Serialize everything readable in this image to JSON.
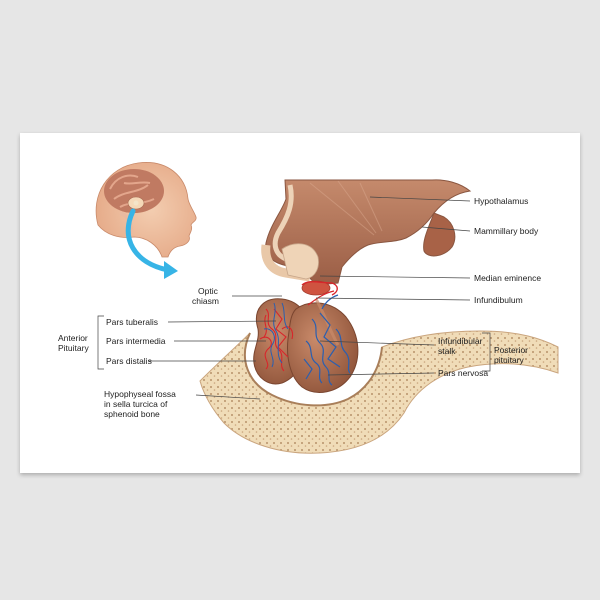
{
  "labels": {
    "hypothalamus": "Hypothalamus",
    "mammillary_body": "Mammillary body",
    "median_eminence": "Median eminence",
    "infundibulum": "Infundibulum",
    "optic_chiasm_1": "Optic",
    "optic_chiasm_2": "chiasm",
    "anterior_pituitary_1": "Anterior",
    "anterior_pituitary_2": "Pituitary",
    "pars_tuberalis": "Pars tuberalis",
    "pars_intermedia": "Pars intermedia",
    "pars_distalis": "Pars distalis",
    "infundibular_stalk_1": "Infundibular",
    "infundibular_stalk_2": "stalk",
    "posterior_pituitary_1": "Posterior",
    "posterior_pituitary_2": "pituitary",
    "pars_nervosa": "Pars nervosa",
    "fossa_1": "Hypophyseal fossa",
    "fossa_2": "in sella turcica of",
    "fossa_3": "sphenoid bone"
  },
  "colors": {
    "background": "#e6e6e6",
    "poster": "#ffffff",
    "tissue": "#b07258",
    "tissue_light": "#edd3b8",
    "bone": "#f0dcb8",
    "bone_dots": "#b8926a",
    "artery": "#d8262b",
    "vein": "#2a5fb0",
    "arrow": "#37b4e6"
  }
}
